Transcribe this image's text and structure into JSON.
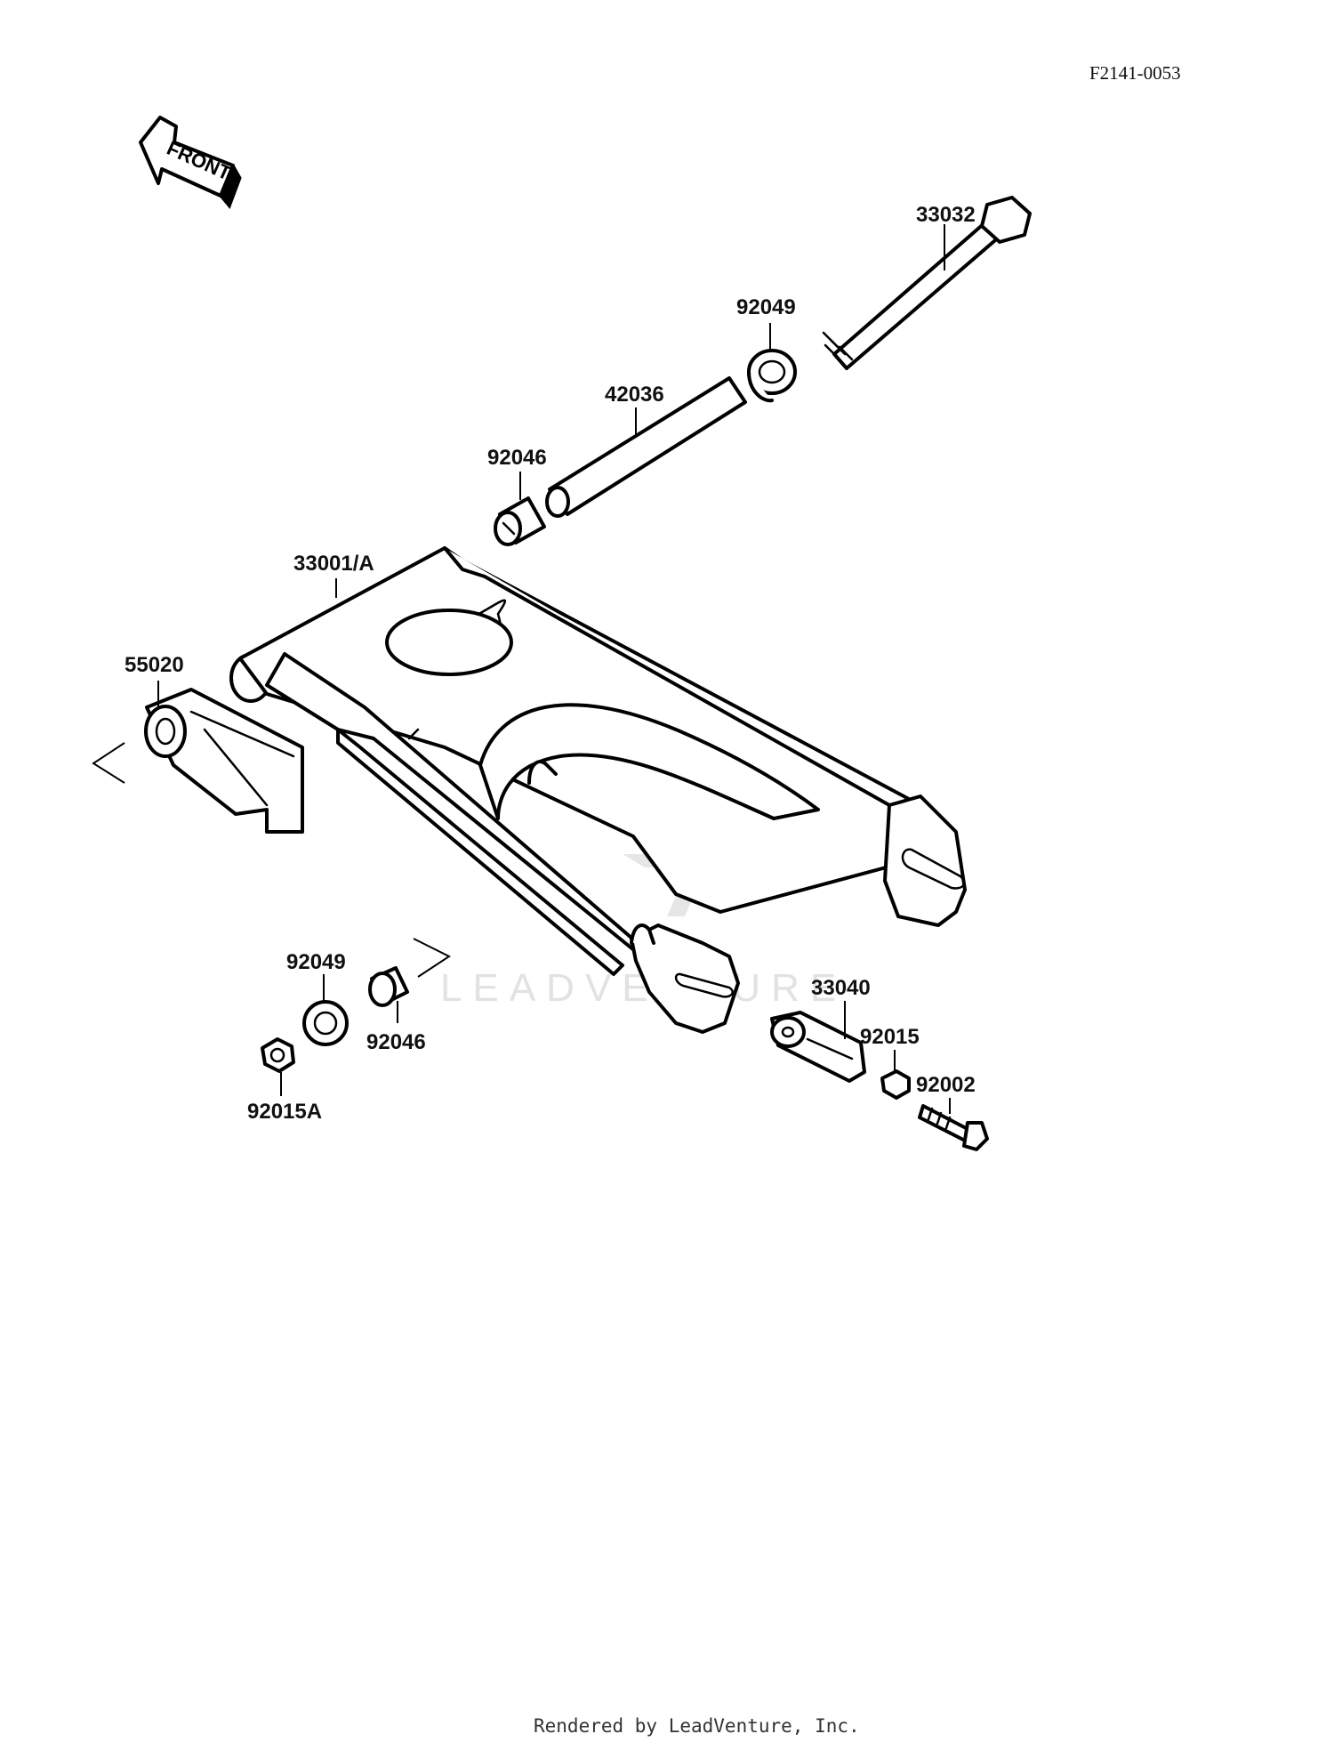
{
  "diagram_id": "F2141-0053",
  "front_arrow_label": "FRONT",
  "watermark_text": "LEADVENTURE",
  "footer": "Rendered by LeadVenture, Inc.",
  "parts": {
    "p33032": "33032",
    "p92049_top": "92049",
    "p42036": "42036",
    "p92046_top": "92046",
    "p33001A": "33001/A",
    "p55020": "55020",
    "p92049_low": "92049",
    "p92046_low": "92046",
    "p92015A": "92015A",
    "p33040": "33040",
    "p92015": "92015",
    "p92002": "92002"
  }
}
